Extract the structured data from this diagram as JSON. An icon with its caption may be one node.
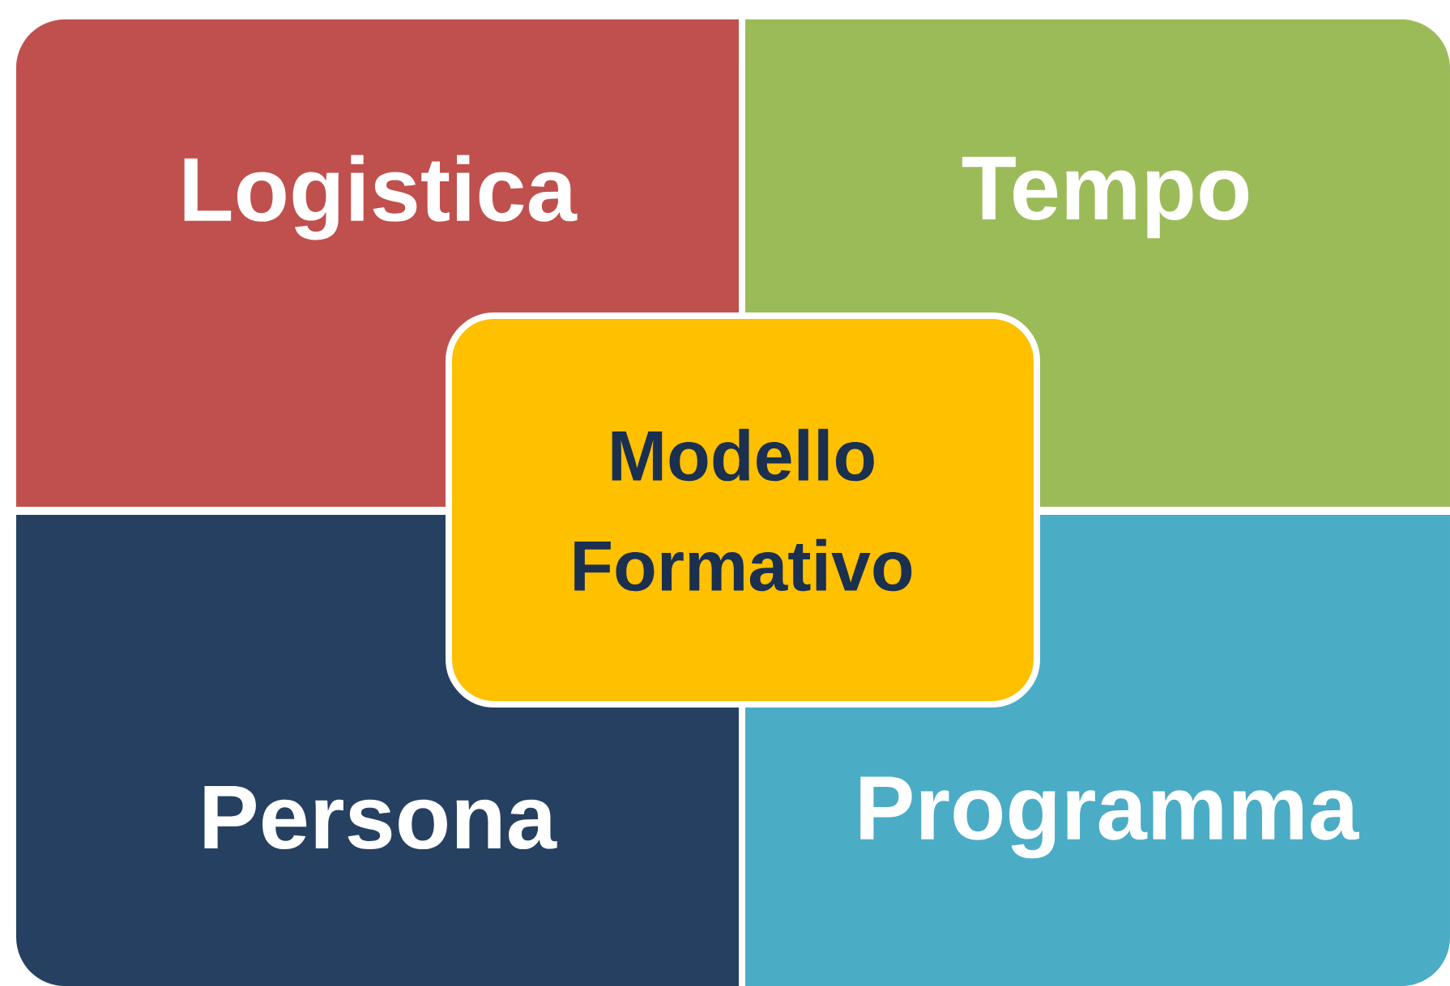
{
  "diagram": {
    "nodes": [
      {
        "text": [
          "Logistica"
        ]
      },
      {
        "text": [
          "Tempo"
        ]
      },
      {
        "text": [
          "Modello Formativo"
        ]
      },
      {
        "text": [
          "Persona"
        ]
      },
      {
        "text": [
          "Programma"
        ]
      }
    ]
  }
}
